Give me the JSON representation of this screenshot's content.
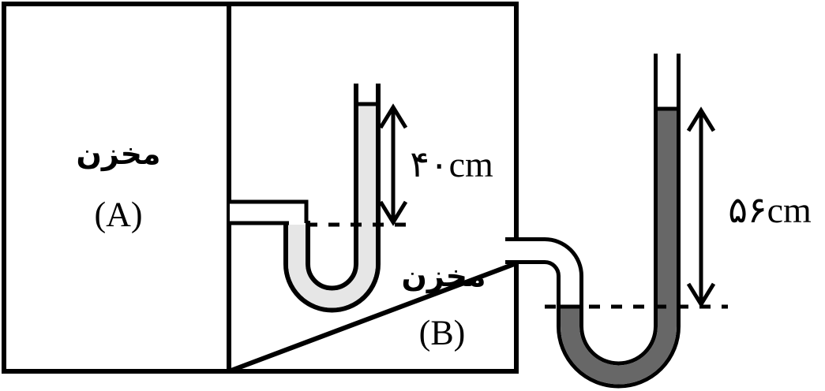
{
  "reservoir_a": {
    "name": "مخزن",
    "label": "(A)"
  },
  "reservoir_b": {
    "name": "مخزن",
    "label": "(B)"
  },
  "manometer_1": {
    "height_label": "۴۰cm",
    "liquid_color": "#e6e6e6"
  },
  "manometer_2": {
    "height_label": "۵۶cm",
    "liquid_color": "#676767"
  }
}
